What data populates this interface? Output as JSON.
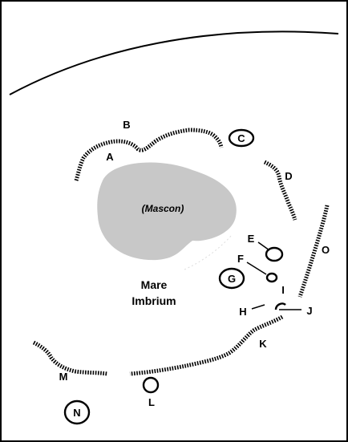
{
  "colors": {
    "background": "#ffffff",
    "ink": "#000000",
    "mascon_fill": "#c8c8c8"
  },
  "labels": {
    "A": "A",
    "B": "B",
    "C": "C",
    "D": "D",
    "E": "E",
    "F": "F",
    "G": "G",
    "H": "H",
    "I": "I",
    "J": "J",
    "K": "K",
    "L": "L",
    "M": "M",
    "N": "N",
    "O": "O"
  },
  "mascon_label": "(Mascon)",
  "mare_label": {
    "line1": "Mare",
    "line2": "Imbrium"
  }
}
